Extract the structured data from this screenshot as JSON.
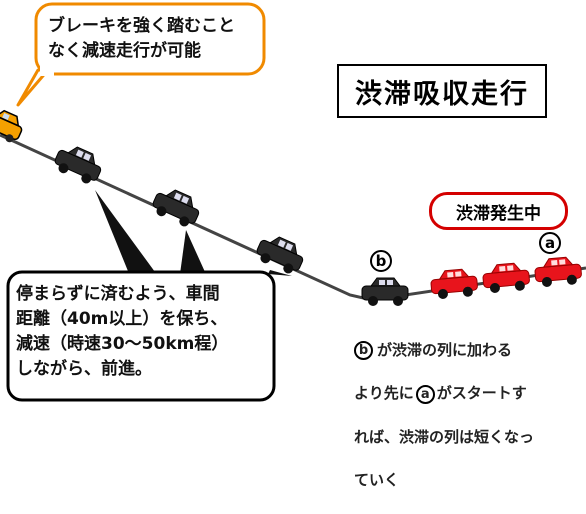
{
  "title": "渋滞吸収走行",
  "status_badge": "渋滞発生中",
  "top_note": "ブレーキを強く踏むこと\nなく減速走行が可能",
  "left_note": "停まらずに済むよう、車間\n距離（40m以上）を保ち、\n減速（時速30～50km程）\nしながら、前進。",
  "right_note": {
    "line1_before": "",
    "marker_b": "b",
    "line1_after": "が渋滞の列に加わる",
    "line2_before": "より先に",
    "marker_a": "a",
    "line2_after": "がスタートす",
    "line3": "れば、渋滞の列は短くなっ",
    "line4": "ていく"
  },
  "car_labels": {
    "b": "b",
    "a": "a"
  },
  "colors": {
    "orange": "#f5a000",
    "orange_border": "#f08a00",
    "red": "#e8141c",
    "dark_car": "#2a2a2a",
    "badge_border": "#d40000"
  }
}
